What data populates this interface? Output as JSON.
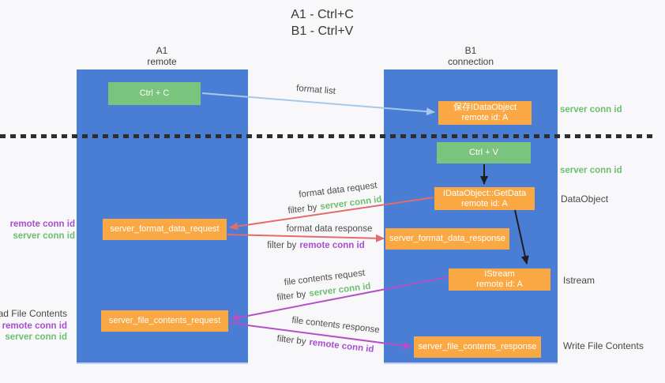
{
  "title": {
    "line1": "A1 - Ctrl+C",
    "line2": "B1 - Ctrl+V"
  },
  "lanes": {
    "left": {
      "name": "A1",
      "role": "remote"
    },
    "right": {
      "name": "B1",
      "role": "connection"
    }
  },
  "nodes": {
    "ctrl_c": {
      "label": "Ctrl + C"
    },
    "ctrl_v": {
      "label": "Ctrl + V"
    },
    "save_idataobject": {
      "line1": "保存IDataObject",
      "line2": "remote id: A"
    },
    "getdata": {
      "line1": "IDataObject::GetData",
      "line2": "remote id: A"
    },
    "istream": {
      "line1": "IStream",
      "line2": "remote id: A"
    },
    "server_format_data_request": {
      "label": "server_format_data_request"
    },
    "server_format_data_response": {
      "label": "server_format_data_response"
    },
    "server_file_contents_request": {
      "label": "server_file_contents_request"
    },
    "server_file_contents_response": {
      "label": "server_file_contents_response"
    }
  },
  "labels": {
    "format_list": "format list",
    "format_data_request": "format data request",
    "format_data_response": "format data response",
    "file_contents_request": "file contents request",
    "file_contents_response": "file contents response",
    "filter_by": "filter by",
    "server_conn_id": "server conn id",
    "remote_conn_id": "remote conn id",
    "dataobject": "DataObject",
    "istream": "Istream",
    "read_file_contents": "Read File Contents",
    "write_file_contents": "Write File Contents"
  },
  "colors": {
    "lane_blue": "#4a7ed5",
    "box_green": "#7bc47e",
    "box_orange": "#f9a844",
    "arrow_light_blue": "#a5c9e8",
    "arrow_red": "#e26b6b",
    "arrow_magenta": "#b44fc8",
    "arrow_black": "#1f1f1f",
    "text_green": "#6dbf70",
    "text_purple": "#a94ed0"
  }
}
